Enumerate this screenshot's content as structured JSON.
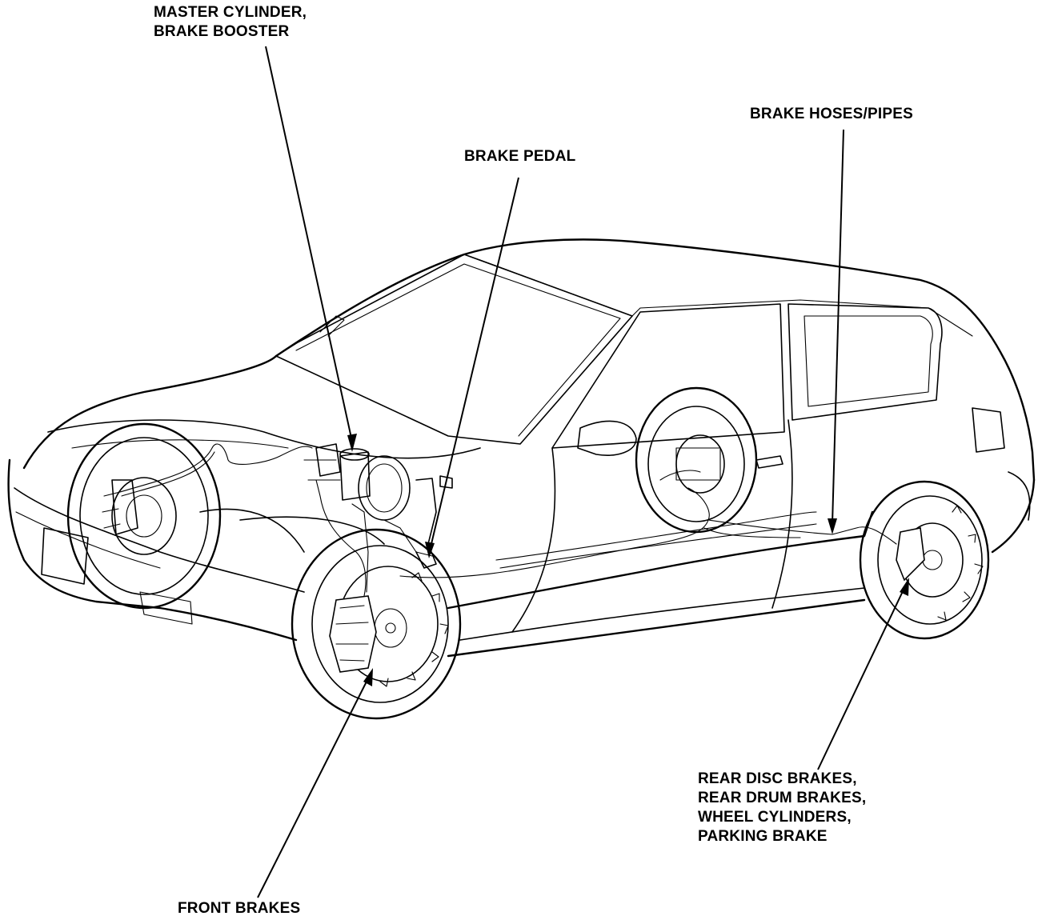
{
  "labels": {
    "master_cylinder": [
      "MASTER CYLINDER,",
      "BRAKE BOOSTER"
    ],
    "brake_pedal": [
      "BRAKE PEDAL"
    ],
    "brake_hoses": [
      "BRAKE HOSES/PIPES"
    ],
    "rear_brakes": [
      "REAR DISC BRAKES,",
      "REAR DRUM BRAKES,",
      "WHEEL CYLINDERS,",
      "PARKING BRAKE"
    ],
    "front_brakes": [
      "FRONT BRAKES"
    ]
  },
  "colors": {
    "ink": "#000000",
    "paper": "#ffffff"
  }
}
